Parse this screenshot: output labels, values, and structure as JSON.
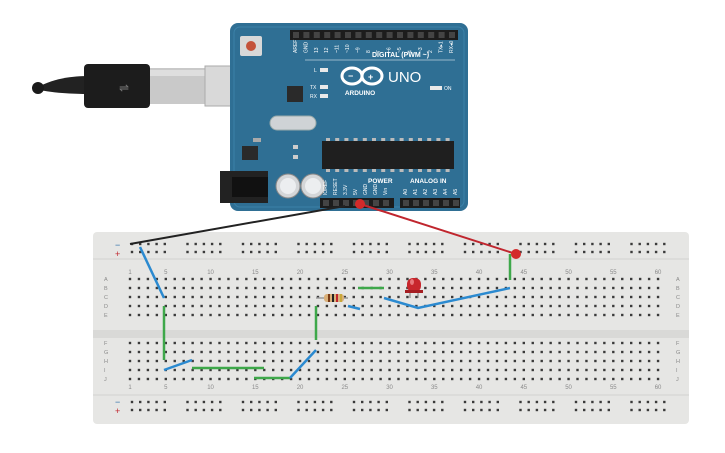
{
  "board": {
    "name": "UNO",
    "brand": "ARDUINO",
    "digital_header": "DIGITAL (PWM ~)",
    "power_header": "POWER",
    "analog_header": "ANALOG IN",
    "led_l": "L",
    "led_tx": "TX",
    "led_rx": "RX",
    "on_label": "ON",
    "digital_pins": [
      "AREF",
      "GND",
      "13",
      "12",
      "~11",
      "~10",
      "~9",
      "8",
      "7",
      "~6",
      "~5",
      "4",
      "~3",
      "2",
      "TX▸1",
      "RX◂0"
    ],
    "power_pins": [
      "IOREF",
      "RESET",
      "3.3V",
      "5V",
      "GND",
      "GND",
      "Vin"
    ],
    "analog_pins": [
      "A0",
      "A1",
      "A2",
      "A3",
      "A4",
      "A5"
    ]
  },
  "breadboard": {
    "column_numbers": [
      "1",
      "5",
      "10",
      "15",
      "20",
      "25",
      "30",
      "35",
      "40",
      "45",
      "50",
      "55",
      "60"
    ],
    "row_letters_top": [
      "A",
      "B",
      "C",
      "D",
      "E"
    ],
    "row_letters_bottom": [
      "F",
      "G",
      "H",
      "I",
      "J"
    ],
    "rail_minus": "−",
    "rail_plus": "+"
  },
  "colors": {
    "board_blue": "#2f6f94",
    "wire_black": "#222222",
    "wire_red": "#c0262e",
    "wire_blue": "#2b8ad0",
    "wire_green": "#3ea84a",
    "led_red": "#c8262c",
    "breadboard": "#e6e6e4"
  }
}
